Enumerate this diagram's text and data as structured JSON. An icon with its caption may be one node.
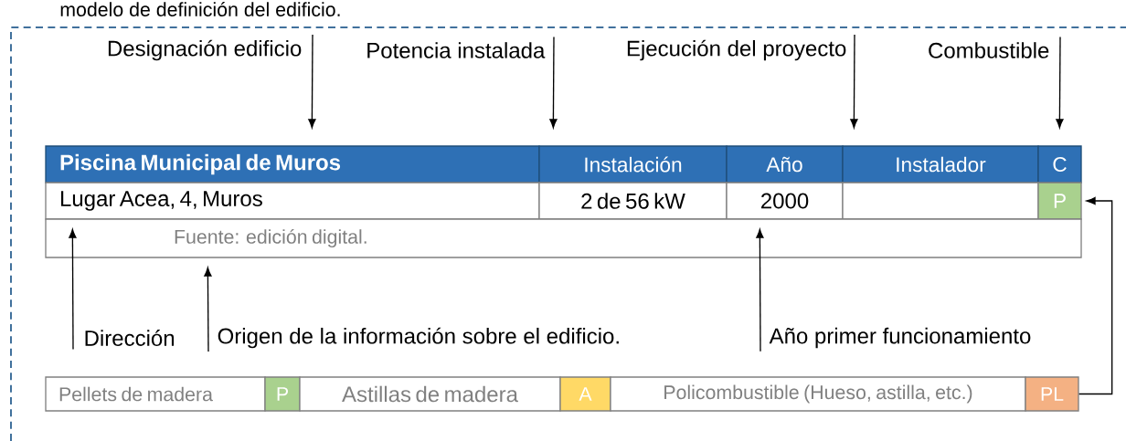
{
  "diagram": {
    "nodes": [
      {
        "text": [
          "Designación edificio"
        ]
      },
      {
        "text": [
          "Potencia instalada"
        ]
      },
      {
        "text": [
          "Ejecución del proyecto"
        ]
      },
      {
        "text": [
          "Combustible"
        ]
      },
      {
        "text": [
          "Piscina Municipal de Muros"
        ]
      },
      {
        "text": [
          "Instalación"
        ]
      },
      {
        "text": [
          "Año"
        ]
      },
      {
        "text": [
          "Instalador"
        ]
      },
      {
        "text": [
          "C"
        ]
      },
      {
        "text": [
          "Lugar Acea, 4, Muros"
        ]
      },
      {
        "text": [
          "2 de 56 kW"
        ]
      },
      {
        "text": [
          "2000"
        ]
      },
      {
        "text": [],
        "shape": "box"
      },
      {
        "text": [
          "P"
        ]
      },
      {
        "text": [
          "Fuente: edición digital."
        ]
      },
      {
        "text": [
          "Dirección"
        ]
      },
      {
        "text": [
          "Origen de la información sobre el edificio."
        ]
      },
      {
        "text": [
          "Año primer funcionamiento"
        ]
      },
      {
        "text": [
          "Pellets de madera"
        ]
      },
      {
        "text": [
          "P"
        ]
      },
      {
        "text": [
          "Astillas de madera"
        ]
      },
      {
        "text": [
          "A"
        ]
      },
      {
        "text": [
          "Policombustible (Hueso, astilla, etc.)"
        ]
      },
      {
        "text": [
          "PL"
        ]
      }
    ],
    "edges": [
      {
        "from": 0,
        "to": 4,
        "arrow": "to"
      },
      {
        "from": 1,
        "to": 5,
        "arrow": "to"
      },
      {
        "from": 2,
        "to": 7,
        "arrow": "to"
      },
      {
        "from": 3,
        "to": 8,
        "arrow": "to"
      },
      {
        "from": 15,
        "to": 9,
        "arrow": "to"
      },
      {
        "from": 16,
        "to": 14,
        "arrow": "to"
      },
      {
        "from": 17,
        "to": 11,
        "arrow": "to"
      },
      {
        "from": 23,
        "to": 13,
        "arrow": "to"
      }
    ],
    "labels": [
      "modelo de definición del edificio."
    ]
  }
}
